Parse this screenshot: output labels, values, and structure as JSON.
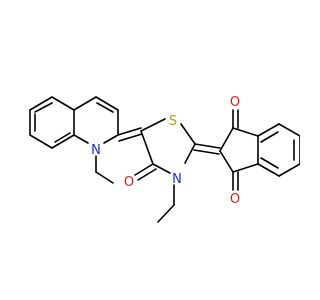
{
  "atoms": {
    "S": {
      "symbol": "S",
      "color": "#b8a000"
    },
    "N_ring": {
      "symbol": "N",
      "color": "#1a2bd6"
    },
    "N_quinoline": {
      "symbol": "N",
      "color": "#1a2bd6"
    },
    "O_carbonyl": {
      "symbol": "O",
      "color": "#e01b1b"
    },
    "O_top": {
      "symbol": "O",
      "color": "#e01b1b"
    },
    "O_bottom": {
      "symbol": "O",
      "color": "#e01b1b"
    }
  },
  "colors": {
    "bond": "#000000",
    "background": "#ffffff"
  }
}
